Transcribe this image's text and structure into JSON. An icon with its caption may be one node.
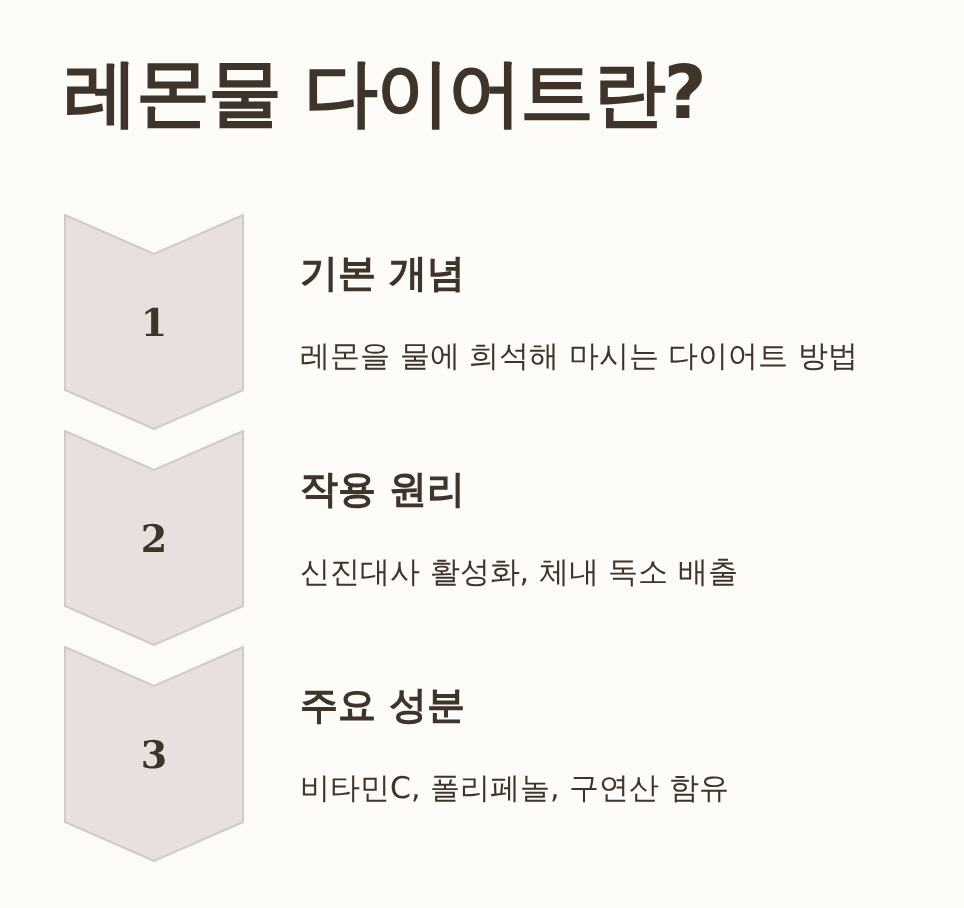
{
  "diagram": {
    "title": "레몬물 다이어트란?",
    "nodes": [
      {
        "text": [
          "1"
        ],
        "beside": [
          "기본 개념",
          "레몬을 물에 희석해 마시는 다이어트 방법"
        ]
      },
      {
        "text": [
          "2"
        ],
        "beside": [
          "작용 원리",
          "신진대사 활성화, 체내 독소 배출"
        ]
      },
      {
        "text": [
          "3"
        ],
        "beside": [
          "주요 성분",
          "비타민C, 폴리페놀, 구연산 함유"
        ]
      }
    ]
  }
}
